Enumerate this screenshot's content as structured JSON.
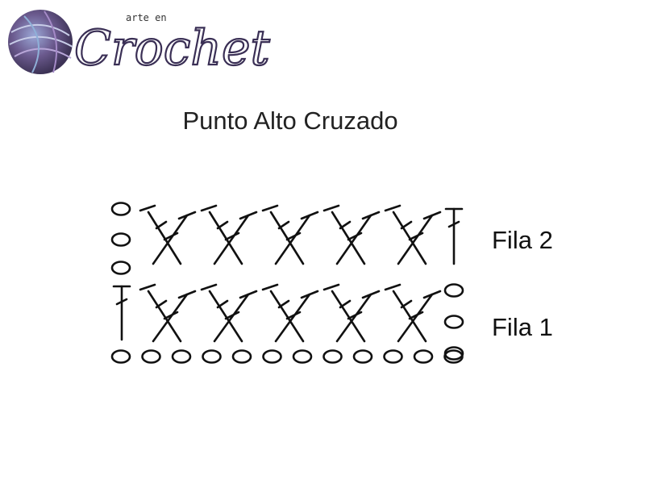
{
  "logo": {
    "tagline": "arte en",
    "wordmark": "Crochet"
  },
  "title": "Punto Alto Cruzado",
  "rows": [
    {
      "label": "Fila 2"
    },
    {
      "label": "Fila 1"
    }
  ],
  "foundation_chain_count": 12,
  "crossed_pairs_per_row": 5,
  "colors": {
    "yarn_ball": "#6b5a8e",
    "ink": "#111111",
    "script": "#3a2f55"
  }
}
